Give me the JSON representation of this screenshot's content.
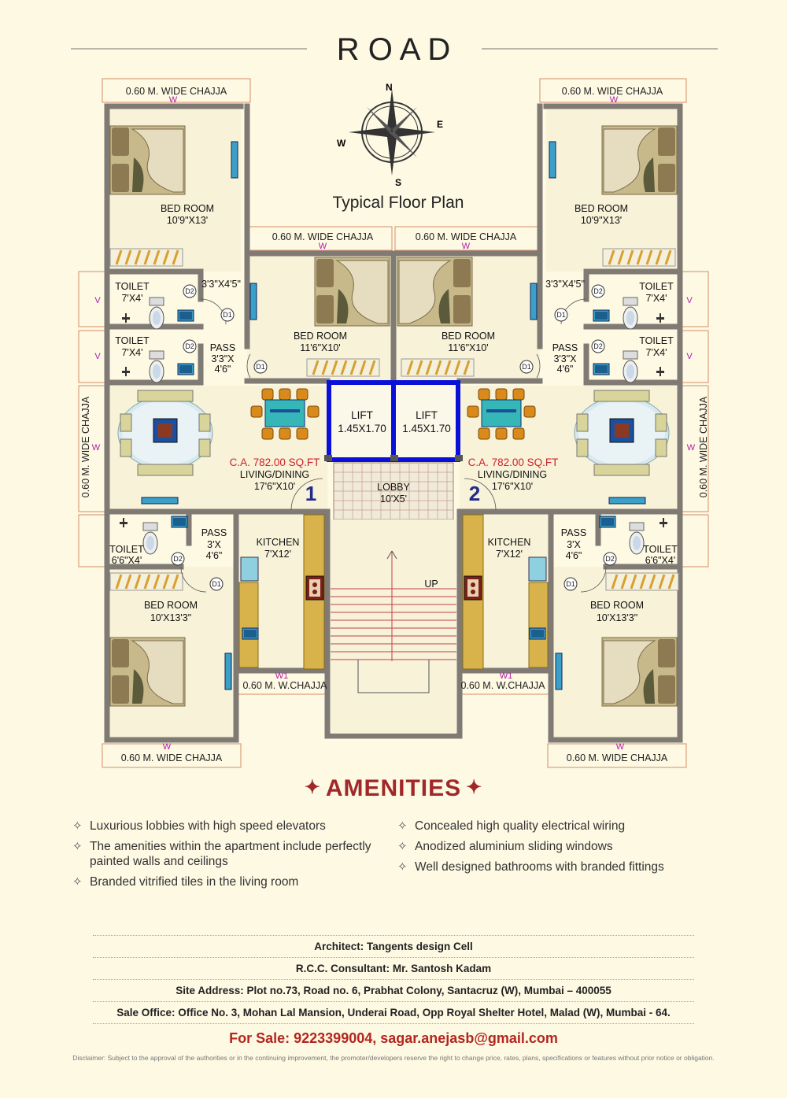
{
  "header": {
    "road": "R O A D"
  },
  "plan": {
    "title": "Typical Floor Plan",
    "compass": {
      "n": "N",
      "e": "E",
      "s": "S",
      "w": "W"
    },
    "chajja": {
      "top_left": "0.60 M. WIDE CHAJJA",
      "top_right": "0.60 M. WIDE CHAJJA",
      "mid_left": "0.60 M. WIDE CHAJJA",
      "mid_right": "0.60 M. WIDE CHAJJA",
      "side_left": "0.60 M. WIDE CHAJJA",
      "side_right": "0.60 M. WIDE CHAJJA",
      "kitchen_left": "0.60 M. W.CHAJJA",
      "kitchen_right": "0.60 M. W.CHAJJA",
      "bottom_left": "0.60 M. WIDE CHAJJA",
      "bottom_right": "0.60 M. WIDE CHAJJA"
    },
    "marks": {
      "w": "W",
      "v": "V",
      "w1": "W1",
      "d1": "D1",
      "d2": "D2"
    },
    "flat_numbers": [
      "1",
      "2"
    ],
    "carpet_area": "C.A. 782.00 SQ.FT",
    "rooms": {
      "bed_top_name": "BED ROOM",
      "bed_top_size": "10'9\"X13'",
      "bed_mid_name": "BED ROOM",
      "bed_mid_size": "11'6\"X10'",
      "bed_bottom_name": "BED ROOM",
      "bed_bottom_size": "10'X13'3\"",
      "toilet_name": "TOILET",
      "toilet_size": "7'X4'",
      "toilet_small_size": "6'6\"X4'",
      "pass_name": "PASS",
      "pass_top_size": "3'3\"X4'5\"",
      "pass_mid_size_1": "3'3\"X",
      "pass_mid_size_2": "4'6\"",
      "pass_bottom_size_1": "3'X",
      "pass_bottom_size_2": "4'6\"",
      "living_name": "LIVING/DINING",
      "living_size": "17'6\"X10'",
      "kitchen_name": "KITCHEN",
      "kitchen_size": "7'X12'",
      "lift_name": "LIFT",
      "lift_size": "1.45X1.70",
      "lobby_name": "LOBBY",
      "lobby_size": "10'X5'",
      "stair_up": "UP"
    }
  },
  "amenities": {
    "title": "AMENITIES",
    "bullet": "✧",
    "star": "✦",
    "left": [
      "Luxurious lobbies with high speed elevators",
      "The amenities within the apartment include perfectly painted walls and ceilings",
      "Branded vitrified tiles in the living room"
    ],
    "right": [
      "Concealed high quality electrical wiring",
      "Anodized aluminium sliding windows",
      "Well designed bathrooms with branded fittings"
    ]
  },
  "credits": {
    "architect": "Architect: Tangents design Cell",
    "rcc": "R.C.C. Consultant: Mr. Santosh Kadam",
    "site": "Site Address: Plot no.73, Road no. 6, Prabhat Colony, Santacruz (W), Mumbai – 400055",
    "sale_office": "Sale Office: Office No. 3, Mohan Lal Mansion, Underai Road, Opp Royal Shelter Hotel, Malad (W), Mumbai - 64."
  },
  "contact": {
    "for_sale": "For Sale: 9223399004, sagar.anejasb@gmail.com"
  },
  "disclaimer": "Disclaimer: Subject to the approval of the authorities or in the continuing improvement, the promoter/developers reserve the right to change price, rates, plans, specifications or features without prior notice or obligation.",
  "colors": {
    "background": "#fdf9e3",
    "wall": "#807a74",
    "lift_wall": "#0a10d8",
    "carpet_area": "#d0202a",
    "amenities_title": "#a0282a",
    "flat_number": "#222a8a",
    "mark": "#b11aa8"
  }
}
